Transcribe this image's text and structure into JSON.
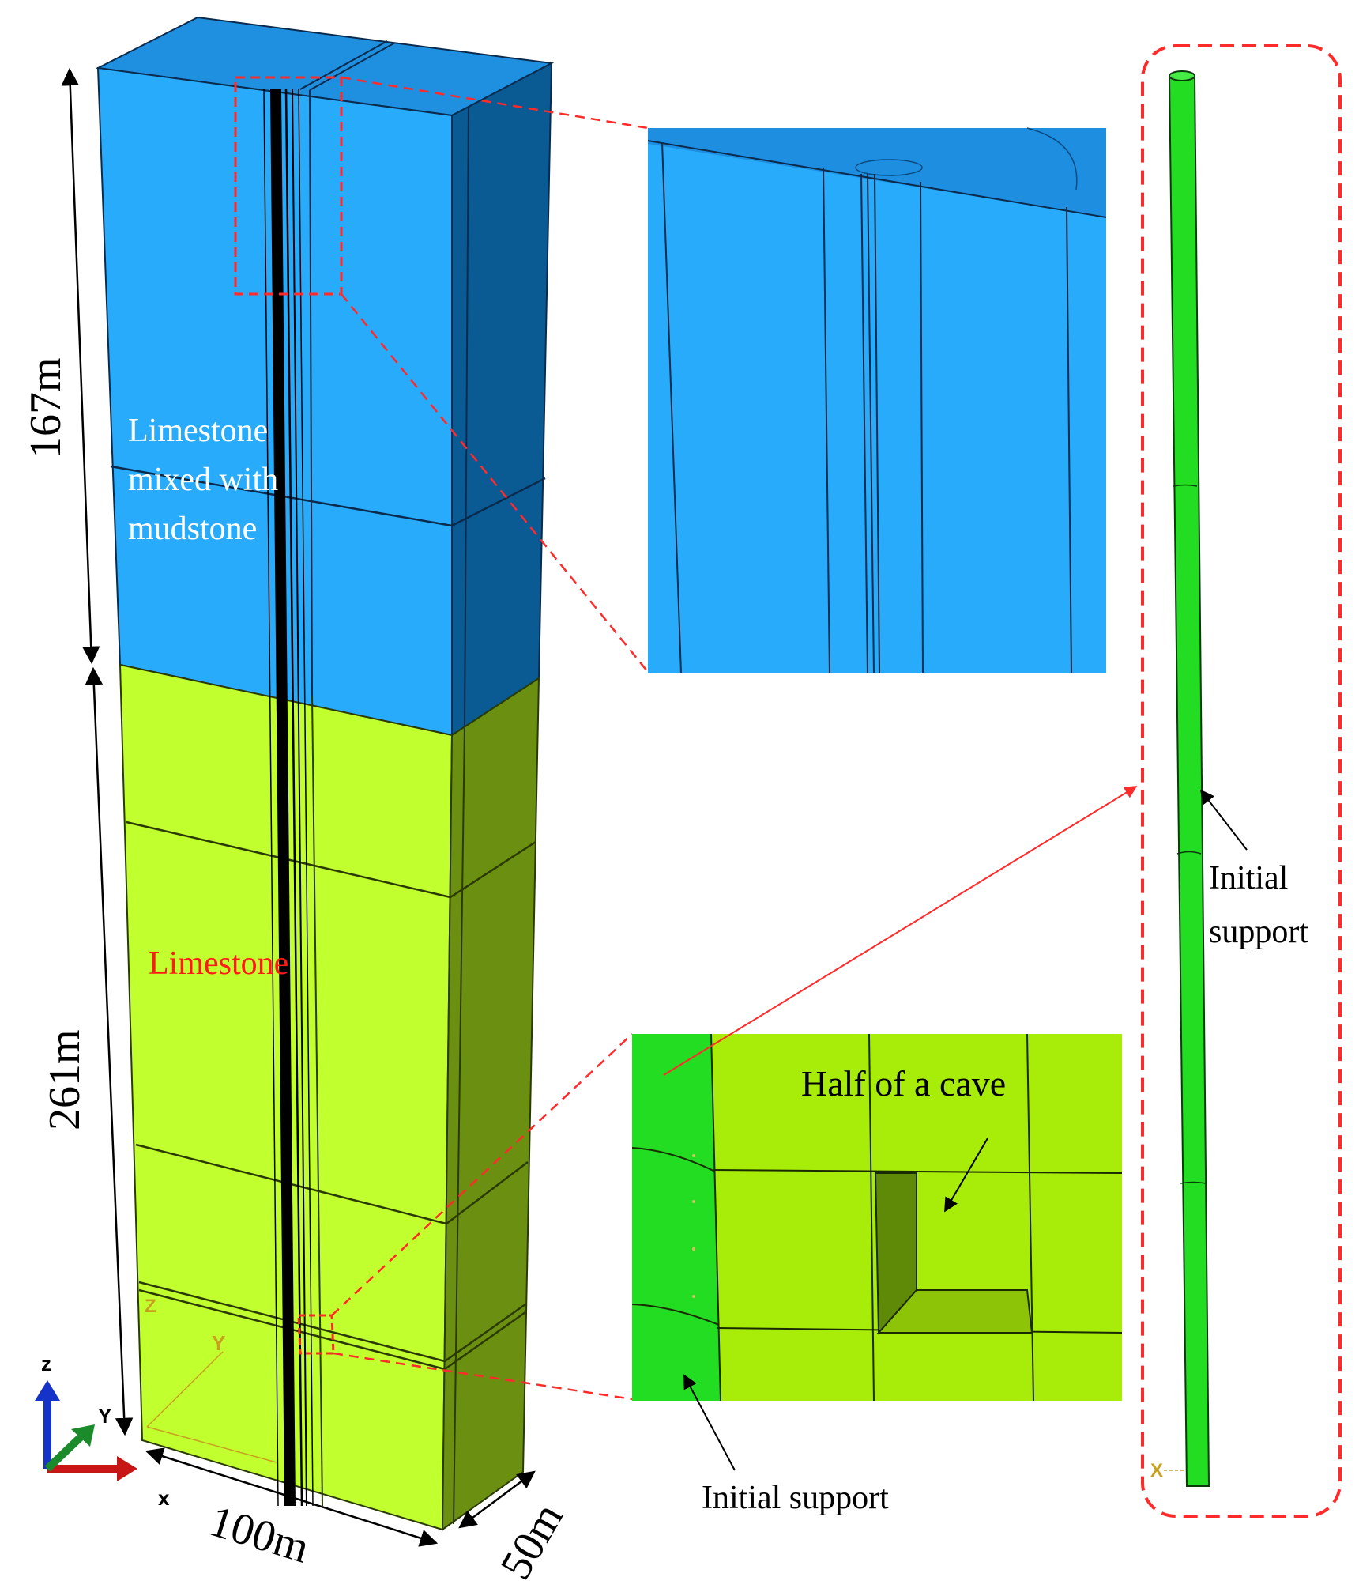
{
  "dimensions": {
    "top_height": "167m",
    "bottom_height": "261m",
    "width": "100m",
    "depth": "50m"
  },
  "layers": {
    "upper": "Limestone mixed with mudstone",
    "upper_lines": [
      "Limestone",
      "mixed with",
      "mudstone"
    ],
    "lower": "Limestone"
  },
  "callouts": {
    "cave": "Half of a cave",
    "support_bottom": "Initial support",
    "support_right_lines": [
      "Initial",
      "support"
    ]
  },
  "triad": {
    "x": "x",
    "y": "Y",
    "z": "z"
  },
  "model_axis_labels": {
    "z": "Z",
    "y": "Y",
    "x": "X"
  },
  "colors": {
    "upper_front": "#29abfb",
    "upper_side": "#0a5a94",
    "upper_top": "#1f8fe0",
    "lower_front": "#c2ff2e",
    "lower_side": "#6b8f10",
    "zoom_green": "#a8ec0a",
    "support_green": "#22dd22",
    "highlight_red": "#ff2a2a",
    "upper_text": "#ffffff",
    "lower_text": "#ff1a1a"
  }
}
